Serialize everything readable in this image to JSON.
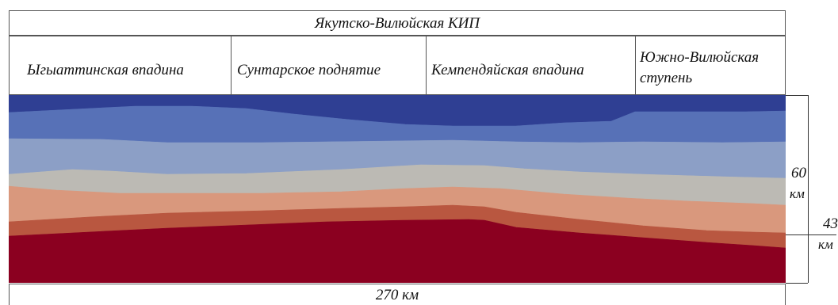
{
  "title": "Якутско-Вилюйская КИП",
  "regions": [
    "Ыгыаттинская впадина",
    "Сунтарское поднятие",
    "Кемпендяйская впадина",
    "Южно-Вилюйская",
    "ступень"
  ],
  "scale": {
    "length_label": "270 км",
    "depth_value": "60",
    "depth_unit": "км",
    "moho_value": "43",
    "moho_unit": "км"
  },
  "layer_colors": [
    "#2f3f93",
    "#5771b7",
    "#8c9fc6",
    "#bcbab4",
    "#d9987d",
    "#b95740",
    "#8b0020"
  ]
}
